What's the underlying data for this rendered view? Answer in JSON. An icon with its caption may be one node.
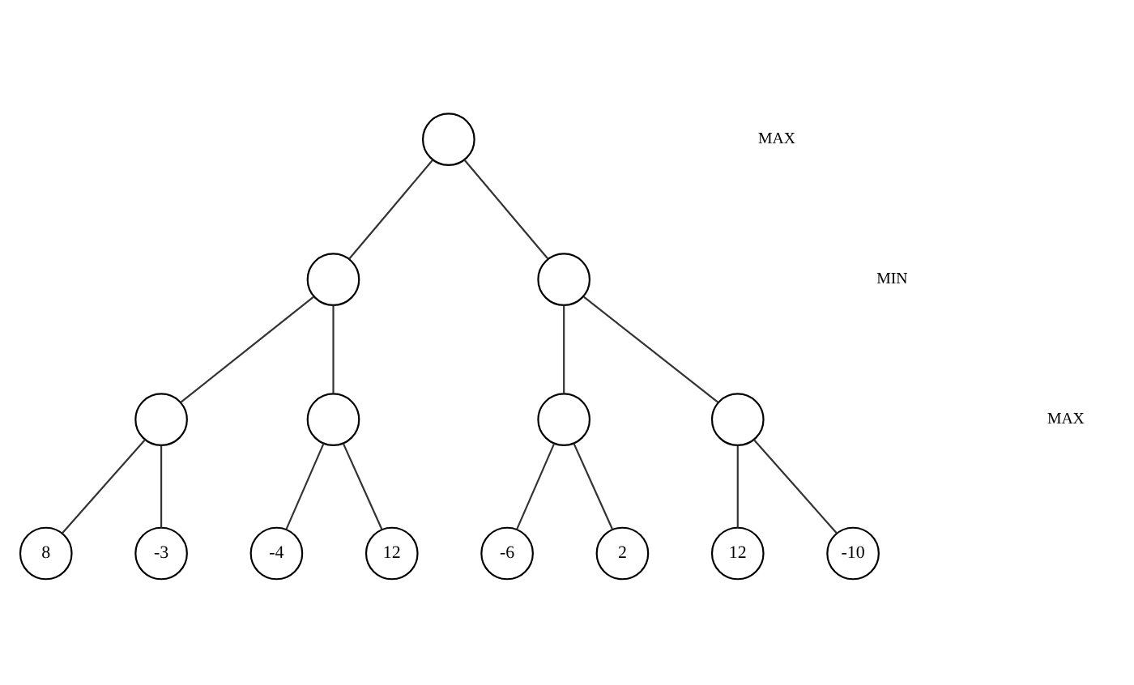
{
  "diagram": {
    "nodes": [
      {
        "text": [],
        "shape": "circle"
      },
      {
        "text": [],
        "shape": "circle"
      },
      {
        "text": [],
        "shape": "circle"
      },
      {
        "text": [],
        "shape": "circle"
      },
      {
        "text": [],
        "shape": "circle"
      },
      {
        "text": [],
        "shape": "circle"
      },
      {
        "text": [],
        "shape": "circle"
      },
      {
        "text": [
          "8"
        ]
      },
      {
        "text": [
          "-3"
        ]
      },
      {
        "text": [
          "-4"
        ]
      },
      {
        "text": [
          "12"
        ]
      },
      {
        "text": [
          "-6"
        ]
      },
      {
        "text": [
          "2"
        ]
      },
      {
        "text": [
          "12"
        ]
      },
      {
        "text": [
          "-10"
        ]
      }
    ],
    "edges": [
      {
        "from": 0,
        "to": 1,
        "arrow": "none"
      },
      {
        "from": 0,
        "to": 2,
        "arrow": "none"
      },
      {
        "from": 1,
        "to": 3,
        "arrow": "none"
      },
      {
        "from": 1,
        "to": 4,
        "arrow": "none"
      },
      {
        "from": 2,
        "to": 5,
        "arrow": "none"
      },
      {
        "from": 2,
        "to": 6,
        "arrow": "none"
      },
      {
        "from": 3,
        "to": 7,
        "arrow": "none"
      },
      {
        "from": 3,
        "to": 8,
        "arrow": "none"
      },
      {
        "from": 4,
        "to": 9,
        "arrow": "none"
      },
      {
        "from": 4,
        "to": 10,
        "arrow": "none"
      },
      {
        "from": 5,
        "to": 11,
        "arrow": "none"
      },
      {
        "from": 5,
        "to": 12,
        "arrow": "none"
      },
      {
        "from": 6,
        "to": 13,
        "arrow": "none"
      },
      {
        "from": 6,
        "to": 14,
        "arrow": "none"
      }
    ],
    "labels": [
      "MAX",
      "MIN",
      "MAX"
    ]
  }
}
